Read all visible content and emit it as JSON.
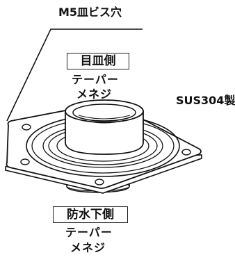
{
  "callout": {
    "screw_hole": "M5皿ビス穴"
  },
  "top_side": {
    "label": "目皿側",
    "thread_line1": "テーパー",
    "thread_line2": "メネジ"
  },
  "bottom_side": {
    "label": "防水下側",
    "thread_line1": "テーパー",
    "thread_line2": "メネジ"
  },
  "material": "SUS304製",
  "colors": {
    "line": "#111111",
    "background": "#ffffff"
  }
}
